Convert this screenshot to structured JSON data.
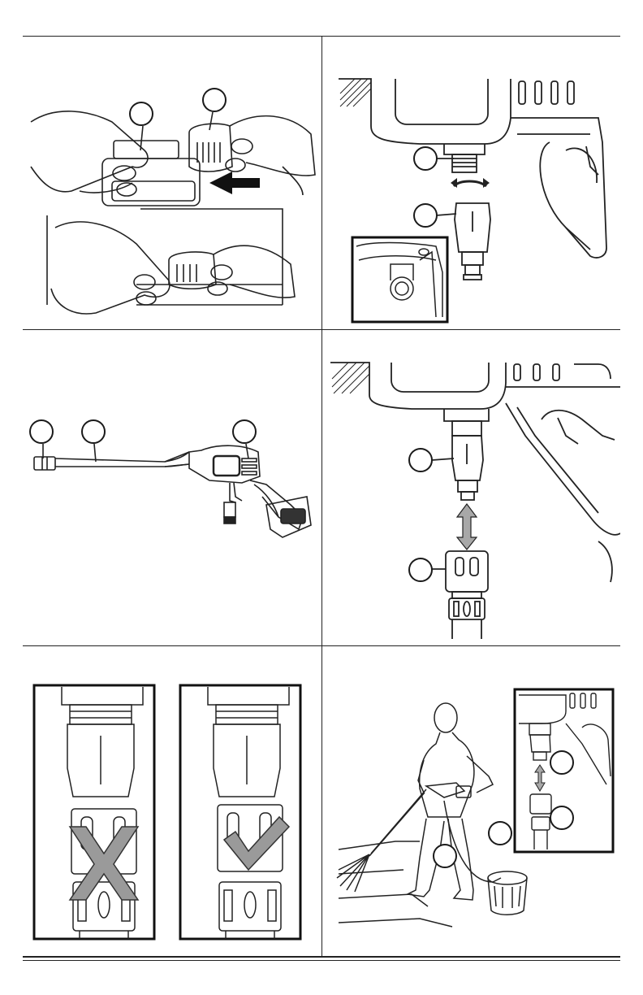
{
  "page": {
    "panels": [
      {
        "id": "battery-insertion",
        "callouts": [
          "",
          ""
        ]
      },
      {
        "id": "hose-adapter-attach",
        "callouts": [
          "",
          ""
        ]
      },
      {
        "id": "wand-assembly",
        "callouts": [
          "",
          "",
          ""
        ]
      },
      {
        "id": "hose-connector-push",
        "callouts": [
          "",
          ""
        ]
      },
      {
        "id": "connector-fit-check",
        "marks": [
          "incorrect-x-icon",
          "correct-check-icon"
        ]
      },
      {
        "id": "operating-with-bucket",
        "callouts": [
          "",
          "",
          "",
          ""
        ]
      }
    ]
  }
}
